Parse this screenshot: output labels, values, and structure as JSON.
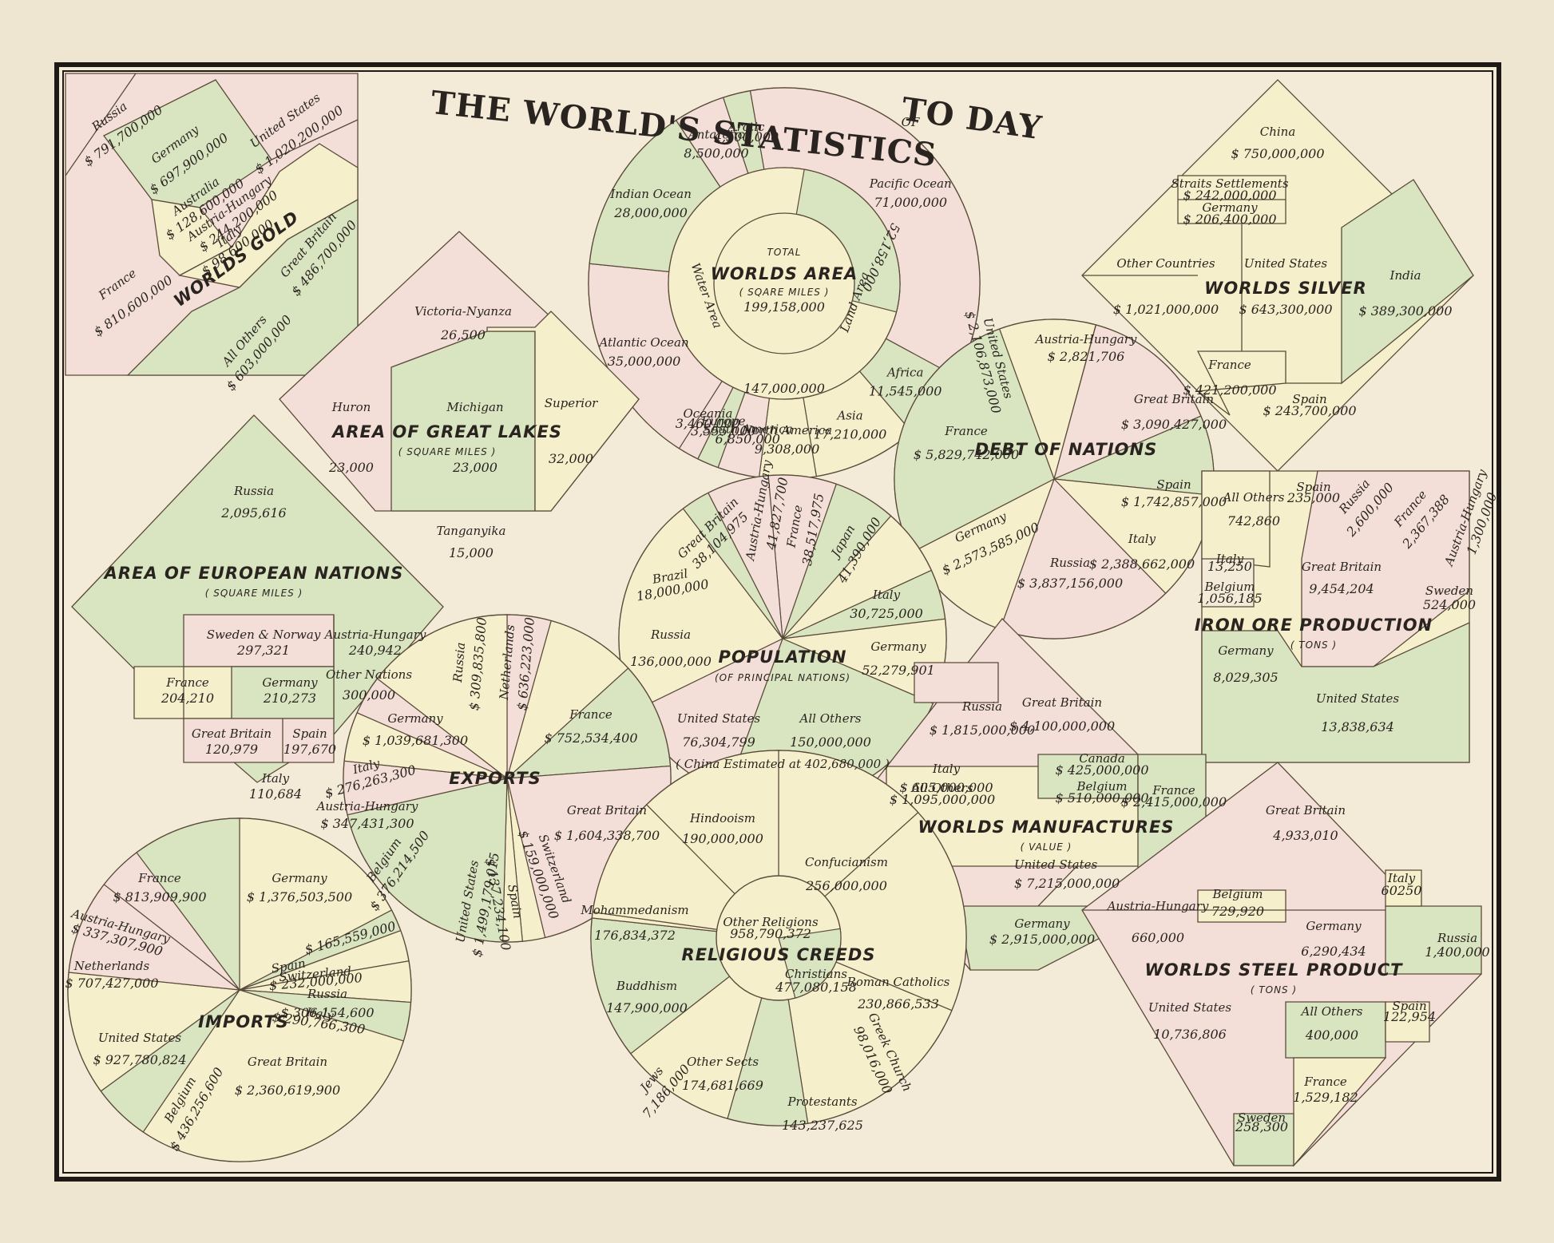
{
  "title": {
    "main": "THE WORLD'S STATISTICS",
    "of": "OF",
    "today": "TO DAY"
  },
  "colors": {
    "paper": "#f3ead8",
    "green": "#d9e4c0",
    "pink": "#f3dfd8",
    "yellow": "#f5efcb",
    "ink": "#2a2420"
  },
  "chart_data": [
    {
      "id": "gold",
      "type": "table",
      "title": "WORLDS GOLD",
      "items": [
        {
          "name": "Russia",
          "value": "$ 791,700,000"
        },
        {
          "name": "Germany",
          "value": "$ 697,900,000"
        },
        {
          "name": "United States",
          "value": "$ 1,020,200,000"
        },
        {
          "name": "Australia",
          "value": "$ 128,600,000"
        },
        {
          "name": "Austria-Hungary",
          "value": "$ 244,200,000"
        },
        {
          "name": "Italy",
          "value": "$ 98,600,000"
        },
        {
          "name": "France",
          "value": "$ 810,600,000"
        },
        {
          "name": "Great Britain",
          "value": "$ 486,700,000"
        },
        {
          "name": "All Others",
          "value": "$ 603,000,000"
        }
      ]
    },
    {
      "id": "area",
      "type": "pie",
      "title": "WORLDS AREA",
      "subtitle": "( SQARE MILES )",
      "center_label": "TOTAL",
      "total": "199,158,000",
      "inner": [
        {
          "name": "Water Area",
          "value": "147,000,000"
        },
        {
          "name": "Land Area",
          "value": "52,158,000"
        }
      ],
      "outer": [
        {
          "name": "Pacific Ocean",
          "value": "71,000,000"
        },
        {
          "name": "Africa",
          "value": "11,545,000"
        },
        {
          "name": "Asia",
          "value": "17,210,000"
        },
        {
          "name": "North America",
          "value": "9,308,000"
        },
        {
          "name": "South America",
          "value": "6,850,000"
        },
        {
          "name": "Europe",
          "value": "3,555,000"
        },
        {
          "name": "Oceania",
          "value": "3,460,000"
        },
        {
          "name": "Atlantic Ocean",
          "value": "35,000,000"
        },
        {
          "name": "Indian Ocean",
          "value": "28,000,000"
        },
        {
          "name": "Antarctic",
          "value": "8,500,000"
        },
        {
          "name": "Arctic",
          "value": "4,500,000"
        }
      ]
    },
    {
      "id": "silver",
      "type": "table",
      "title": "WORLDS SILVER",
      "items": [
        {
          "name": "China",
          "value": "$ 750,000,000"
        },
        {
          "name": "Straits Settlements",
          "value": "$ 242,000,000"
        },
        {
          "name": "Germany",
          "value": "$ 206,400,000"
        },
        {
          "name": "Other Countries",
          "value": "$ 1,021,000,000"
        },
        {
          "name": "United States",
          "value": "$ 643,300,000"
        },
        {
          "name": "India",
          "value": "$ 389,300,000"
        },
        {
          "name": "France",
          "value": "$ 421,200,000"
        },
        {
          "name": "Spain",
          "value": "$ 243,700,000"
        }
      ]
    },
    {
      "id": "lakes",
      "type": "table",
      "title": "AREA OF GREAT LAKES",
      "subtitle": "( SQUARE MILES )",
      "items": [
        {
          "name": "Victoria-Nyanza",
          "value": "26,500"
        },
        {
          "name": "Huron",
          "value": "23,000"
        },
        {
          "name": "Michigan",
          "value": "23,000"
        },
        {
          "name": "Superior",
          "value": "32,000"
        },
        {
          "name": "Tanganyika",
          "value": "15,000"
        }
      ]
    },
    {
      "id": "debt",
      "type": "pie",
      "title": "DEBT OF NATIONS",
      "items": [
        {
          "name": "United States",
          "value": "$ 2,106,873,000"
        },
        {
          "name": "Austria-Hungary",
          "value": "$ 2,821,706"
        },
        {
          "name": "Great Britain",
          "value": "$ 3,090,427,000"
        },
        {
          "name": "Spain",
          "value": "$ 1,742,857,000"
        },
        {
          "name": "Italy",
          "value": "$ 2,388,662,000"
        },
        {
          "name": "Russia",
          "value": "$ 3,837,156,000"
        },
        {
          "name": "Germany",
          "value": "$ 2,573,585,000"
        },
        {
          "name": "France",
          "value": "$ 5,829,742,000"
        }
      ]
    },
    {
      "id": "european",
      "type": "table",
      "title": "AREA OF EUROPEAN NATIONS",
      "subtitle": "( SQUARE MILES )",
      "items": [
        {
          "name": "Russia",
          "value": "2,095,616"
        },
        {
          "name": "Sweden & Norway",
          "value": "297,321"
        },
        {
          "name": "Austria-Hungary",
          "value": "240,942"
        },
        {
          "name": "France",
          "value": "204,210"
        },
        {
          "name": "Germany",
          "value": "210,273"
        },
        {
          "name": "Other Nations",
          "value": "300,000"
        },
        {
          "name": "Great Britain",
          "value": "120,979"
        },
        {
          "name": "Spain",
          "value": "197,670"
        },
        {
          "name": "Italy",
          "value": "110,684"
        }
      ]
    },
    {
      "id": "population",
      "type": "pie",
      "title": "POPULATION",
      "subtitle": "(OF PRINCIPAL NATIONS)",
      "note": "( China Estimated at 402,680,000 )",
      "items": [
        {
          "name": "Austria-Hungary",
          "value": "41,827,700"
        },
        {
          "name": "France",
          "value": "38,517,975"
        },
        {
          "name": "Japan",
          "value": "41,390,000"
        },
        {
          "name": "Italy",
          "value": "30,725,000"
        },
        {
          "name": "Germany",
          "value": "52,279,901"
        },
        {
          "name": "All Others",
          "value": "150,000,000"
        },
        {
          "name": "United States",
          "value": "76,304,799"
        },
        {
          "name": "Russia",
          "value": "136,000,000"
        },
        {
          "name": "Brazil",
          "value": "18,000,000"
        },
        {
          "name": "Great Britain",
          "value": "38,104,975"
        }
      ]
    },
    {
      "id": "iron",
      "type": "table",
      "title": "IRON ORE PRODUCTION",
      "subtitle": "( TONS )",
      "items": [
        {
          "name": "All Others",
          "value": "742,860"
        },
        {
          "name": "Spain",
          "value": "235,000"
        },
        {
          "name": "Russia",
          "value": "2,600,000"
        },
        {
          "name": "France",
          "value": "2,367,388"
        },
        {
          "name": "Austria-Hungary",
          "value": "1,300,000"
        },
        {
          "name": "Italy",
          "value": "13,250"
        },
        {
          "name": "Belgium",
          "value": "1,056,185"
        },
        {
          "name": "Great Britain",
          "value": "9,454,204"
        },
        {
          "name": "Sweden",
          "value": "524,000"
        },
        {
          "name": "Germany",
          "value": "8,029,305"
        },
        {
          "name": "United States",
          "value": "13,838,634"
        }
      ]
    },
    {
      "id": "exports",
      "type": "pie",
      "title": "EXPORTS",
      "items": [
        {
          "name": "Russia",
          "value": "$ 309,835,800"
        },
        {
          "name": "Netherlands",
          "value": "$ 636,223,000"
        },
        {
          "name": "France",
          "value": "$ 752,534,400"
        },
        {
          "name": "Great Britain",
          "value": "$ 1,604,338,700"
        },
        {
          "name": "Switzerland",
          "value": "$ 159,000,000"
        },
        {
          "name": "Spain",
          "value": "$ 137,234,100"
        },
        {
          "name": "United States",
          "value": "$ 1,499,179,015"
        },
        {
          "name": "Belgium",
          "value": "$ 376,214,500"
        },
        {
          "name": "Austria-Hungary",
          "value": "$ 347,431,300"
        },
        {
          "name": "Italy",
          "value": "$ 276,263,300"
        },
        {
          "name": "Germany",
          "value": "$ 1,039,681,300"
        }
      ]
    },
    {
      "id": "manufactures",
      "type": "table",
      "title": "WORLDS MANUFACTURES",
      "subtitle": "( VALUE )",
      "items": [
        {
          "name": "Russia",
          "value": "$ 1,815,000,000"
        },
        {
          "name": "Great Britain",
          "value": "$ 4,100,000,000"
        },
        {
          "name": "Italy",
          "value": "$ 605,000,000"
        },
        {
          "name": "Canada",
          "value": "$ 425,000,000"
        },
        {
          "name": "All Others",
          "value": "$ 1,095,000,000"
        },
        {
          "name": "Belgium",
          "value": "$ 510,000,000"
        },
        {
          "name": "France",
          "value": "$ 2,415,000,000"
        },
        {
          "name": "United States",
          "value": "$ 7,215,000,000"
        },
        {
          "name": "Germany",
          "value": "$ 2,915,000,000"
        }
      ]
    },
    {
      "id": "imports",
      "type": "pie",
      "title": "IMPORTS",
      "items": [
        {
          "name": "France",
          "value": "$ 813,909,900"
        },
        {
          "name": "Germany",
          "value": "$ 1,376,503,500"
        },
        {
          "name": "",
          "value": "$ 165,559,000"
        },
        {
          "name": "Spain",
          "value": ""
        },
        {
          "name": "Switzerland",
          "value": "$ 232,000,000"
        },
        {
          "name": "Russia",
          "value": "$ 306,154,600"
        },
        {
          "name": "Italy",
          "value": "$ 290,766,300"
        },
        {
          "name": "Great Britain",
          "value": "$ 2,360,619,900"
        },
        {
          "name": "Belgium",
          "value": "$ 436,256,600"
        },
        {
          "name": "United States",
          "value": "$ 927,780,824"
        },
        {
          "name": "Netherlands",
          "value": "$ 707,427,000"
        },
        {
          "name": "Austria-Hungary",
          "value": "$ 337,307,900"
        }
      ]
    },
    {
      "id": "religions",
      "type": "pie",
      "title": "RELIGIOUS CREEDS",
      "center_label": "Other Religions",
      "center_value": "958,790,372",
      "items": [
        {
          "name": "Hindooism",
          "value": "190,000,000"
        },
        {
          "name": "Confucianism",
          "value": "256,000,000"
        },
        {
          "name": "Roman Catholics",
          "value": "230,866,533"
        },
        {
          "name": "Greek Church",
          "value": "98,016,000"
        },
        {
          "name": "Protestants",
          "value": "143,237,625"
        },
        {
          "name": "Other Sects",
          "value": "174,681,669"
        },
        {
          "name": "Jews",
          "value": "7,186,000"
        },
        {
          "name": "Buddhism",
          "value": "147,900,000"
        },
        {
          "name": "Mohammedanism",
          "value": "176,834,372"
        },
        {
          "name": "Christians",
          "value": "477,080,158"
        }
      ]
    },
    {
      "id": "steel",
      "type": "table",
      "title": "WORLDS STEEL PRODUCT",
      "subtitle": "( TONS )",
      "items": [
        {
          "name": "Great Britain",
          "value": "4,933,010"
        },
        {
          "name": "Italy",
          "value": "60250"
        },
        {
          "name": "Belgium",
          "value": "729,920"
        },
        {
          "name": "Austria-Hungary",
          "value": "660,000"
        },
        {
          "name": "Germany",
          "value": "6,290,434"
        },
        {
          "name": "Russia",
          "value": "1,400,000"
        },
        {
          "name": "United States",
          "value": "10,736,806"
        },
        {
          "name": "All Others",
          "value": "400,000"
        },
        {
          "name": "Spain",
          "value": "122,954"
        },
        {
          "name": "France",
          "value": "1,529,182"
        },
        {
          "name": "Sweden",
          "value": "258,300"
        }
      ]
    }
  ]
}
